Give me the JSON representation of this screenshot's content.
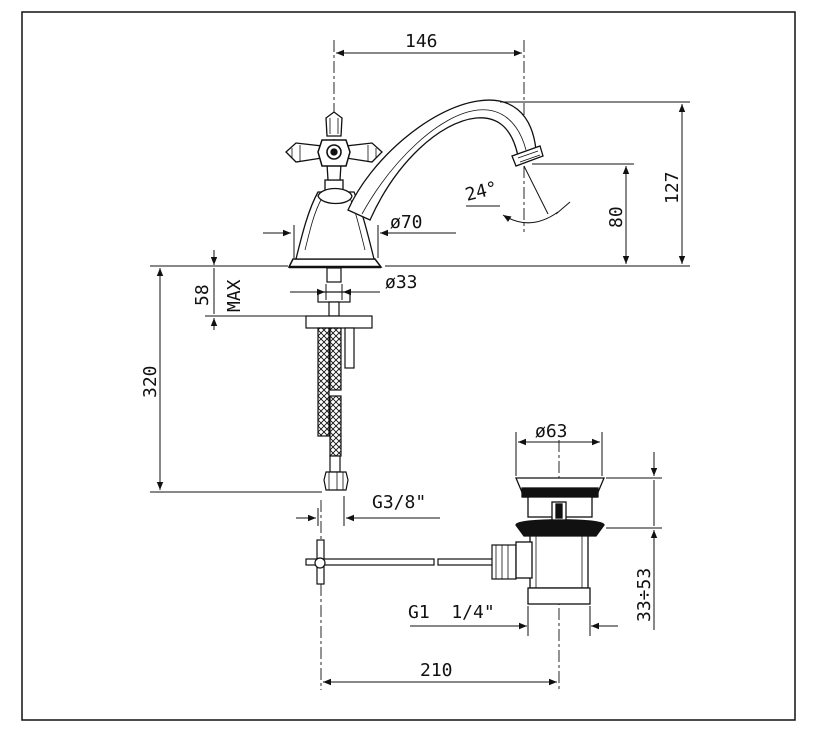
{
  "drawing": {
    "dimensions": {
      "spout_reach": "146",
      "total_height": "127",
      "spout_height": "80",
      "spout_angle": "24°",
      "base_diameter": "ø70",
      "shank_diameter": "ø33",
      "max_deck_thickness": "58",
      "max_label": "MAX",
      "hose_length": "320",
      "hose_thread": "G3/8\"",
      "waste_diameter": "ø63",
      "waste_adjust_range": "33÷53",
      "waste_thread": "G1  1/4\"",
      "waste_distance": "210"
    },
    "colors": {
      "line": "#111111",
      "background": "#ffffff"
    }
  }
}
